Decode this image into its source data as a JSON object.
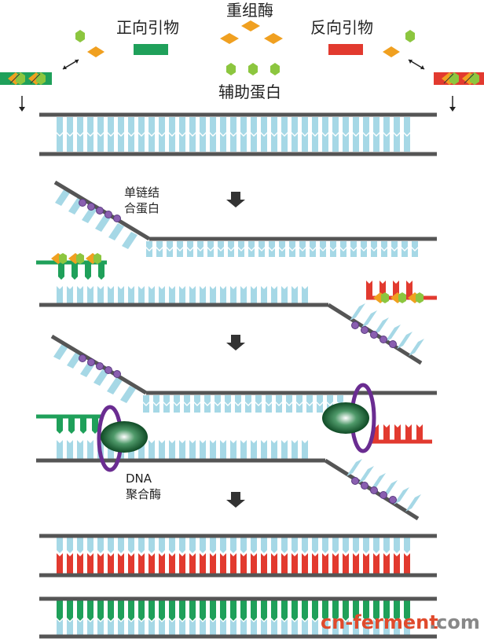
{
  "labels": {
    "forward_primer": "正向引物",
    "recombinase": "重组酶",
    "reverse_primer": "反向引物",
    "helper_protein": "辅助蛋白",
    "ssb_line1": "单链结",
    "ssb_line2": "合蛋白",
    "polymerase_line1": "DNA",
    "polymerase_line2": "聚合酶"
  },
  "watermark": {
    "part1": "cn-ferment",
    "part2": ".com"
  },
  "colors": {
    "backbone": "#555555",
    "base_cyan": "#a6d8e6",
    "forward_green": "#1fa05a",
    "reverse_red": "#e23a2f",
    "recombinase_orange": "#f0a020",
    "helper_lime": "#8cc63f",
    "ssb_purple": "#8a5fb0",
    "polymerase_ring": "#6a2c91",
    "polymerase_body": "#1e6b3c",
    "arrow_dark": "#333333",
    "watermark_red": "#e04a2c",
    "watermark_gray": "#888888"
  }
}
